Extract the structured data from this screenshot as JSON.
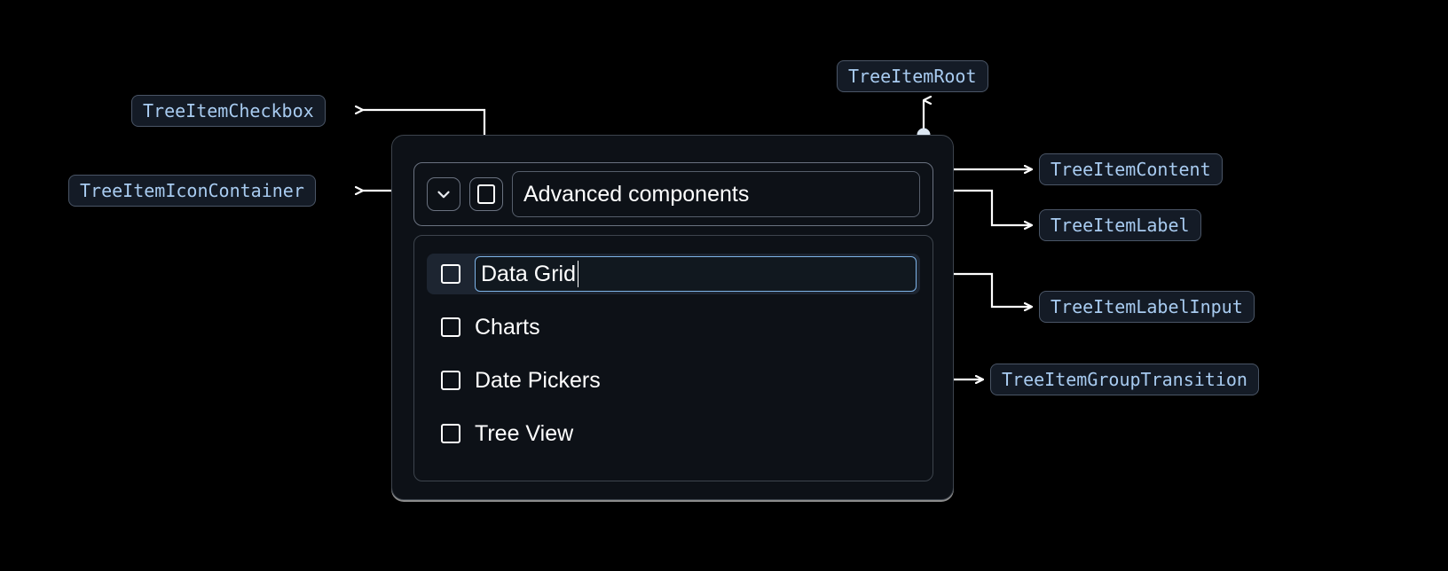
{
  "background": "#000000",
  "colors": {
    "chip_bg": "#141b26",
    "chip_border": "#4a5566",
    "chip_text": "#a8cbf0",
    "card_bg": "#0d1117",
    "card_border": "#3d444d",
    "inner_border": "#6a7280",
    "selected_row_bg": "#1d2531",
    "input_border": "#7db3e8",
    "wire": "#ffffff",
    "text": "#ffffff"
  },
  "annotations": [
    {
      "id": "tree-item-checkbox",
      "label": "TreeItemCheckbox"
    },
    {
      "id": "tree-item-icon-container",
      "label": "TreeItemIconContainer"
    },
    {
      "id": "tree-item-root",
      "label": "TreeItemRoot"
    },
    {
      "id": "tree-item-content",
      "label": "TreeItemContent"
    },
    {
      "id": "tree-item-label",
      "label": "TreeItemLabel"
    },
    {
      "id": "tree-item-label-input",
      "label": "TreeItemLabelInput"
    },
    {
      "id": "tree-item-group-transition",
      "label": "TreeItemGroupTransition"
    }
  ],
  "tree": {
    "root": {
      "expand_icon": "chevron-down-icon",
      "checkbox_icon": "checkbox-unchecked-icon",
      "label": "Advanced components",
      "expanded": true
    },
    "children": [
      {
        "label": "Data Grid",
        "editing": true,
        "checked": false,
        "selected": true
      },
      {
        "label": "Charts",
        "editing": false,
        "checked": false,
        "selected": false
      },
      {
        "label": "Date Pickers",
        "editing": false,
        "checked": false,
        "selected": false
      },
      {
        "label": "Tree View",
        "editing": false,
        "checked": false,
        "selected": false
      }
    ]
  }
}
